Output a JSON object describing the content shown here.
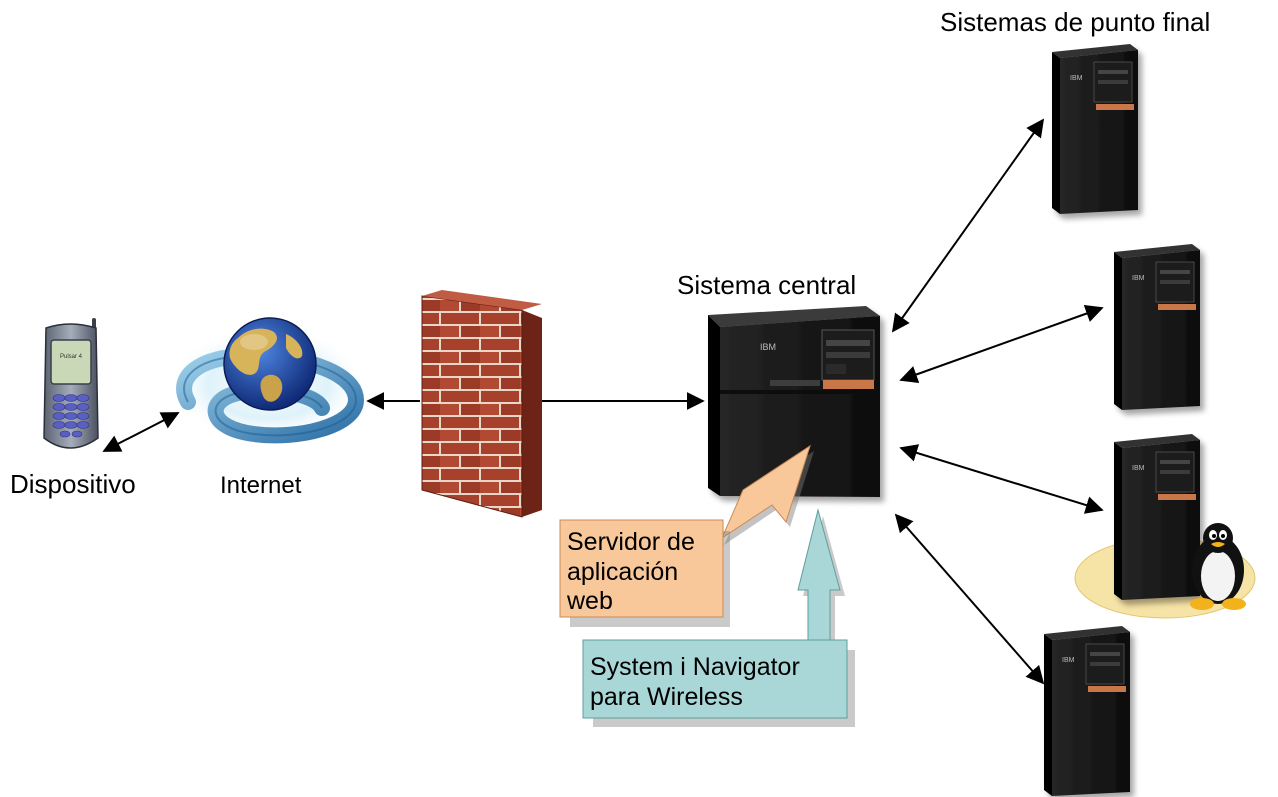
{
  "labels": {
    "endpoint_systems": "Sistemas de punto final",
    "central_system": "Sistema central",
    "device": "Dispositivo",
    "internet": "Internet",
    "phone_screen_text": "Pulsar 4"
  },
  "callouts": {
    "web_app_server": [
      "Servidor de",
      "aplicación",
      "web"
    ],
    "navigator": [
      "System i Navigator",
      "para Wireless"
    ]
  },
  "icons": {
    "device": "mobile-phone-icon",
    "internet": "globe-icon",
    "firewall": "brick-firewall-icon",
    "central": "server-tower-icon",
    "endpoint": "server-tower-icon",
    "linux": "tux-penguin-icon"
  },
  "colors": {
    "web_app_callout": "#f9c89a",
    "navigator_callout": "#a9d6d6",
    "brick": "#a8412c",
    "server_body": "#1a1a1a",
    "globe_ocean": "#1f4aa8",
    "linux_base": "#f6e3a6"
  }
}
